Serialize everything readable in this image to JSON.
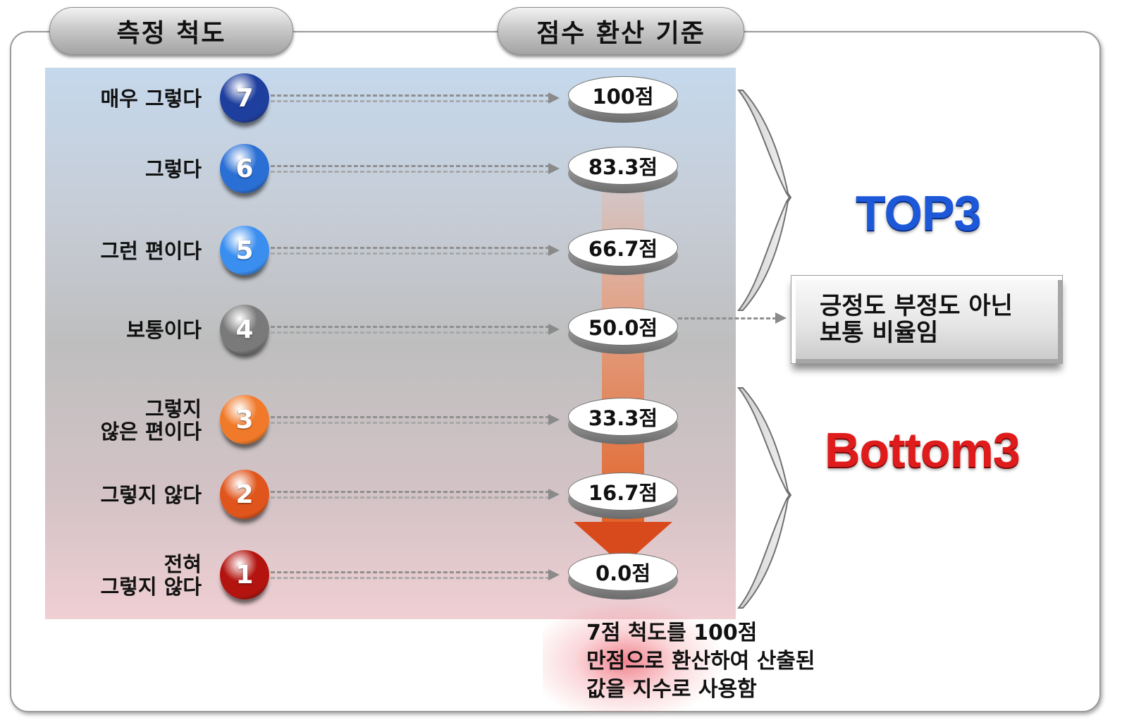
{
  "headers": {
    "scale": "측정 척도",
    "conversion": "점수 환산 기준"
  },
  "rows": [
    {
      "label": "매우 그렇다",
      "number": "7",
      "score": "100점",
      "color": "#1f3f9e"
    },
    {
      "label": "그렇다",
      "number": "6",
      "score": "83.3점",
      "color": "#2a6fd4"
    },
    {
      "label": "그런 편이다",
      "number": "5",
      "score": "66.7점",
      "color": "#3a8ef0"
    },
    {
      "label": "보통이다",
      "number": "4",
      "score": "50.0점",
      "color": "#7a7a7a"
    },
    {
      "label": "그렇지\n않은 편이다",
      "number": "3",
      "score": "33.3점",
      "color": "#f07a2a"
    },
    {
      "label": "그렇지 않다",
      "number": "2",
      "score": "16.7점",
      "color": "#e0551c"
    },
    {
      "label": "전혀\n그렇지 않다",
      "number": "1",
      "score": "0.0점",
      "color": "#b3140f"
    }
  ],
  "groups": {
    "top": "TOP3",
    "bottom": "Bottom3",
    "neutral_note": "긍정도 부정도 아닌\n보통 비율임"
  },
  "footnote": "7점 척도를 100점\n만점으로 환산하여 산출된\n값을 지수로 사용함",
  "colors": {
    "top": "#1d58d8",
    "bottom": "#e01b1b",
    "arrow": "#e0642b"
  }
}
